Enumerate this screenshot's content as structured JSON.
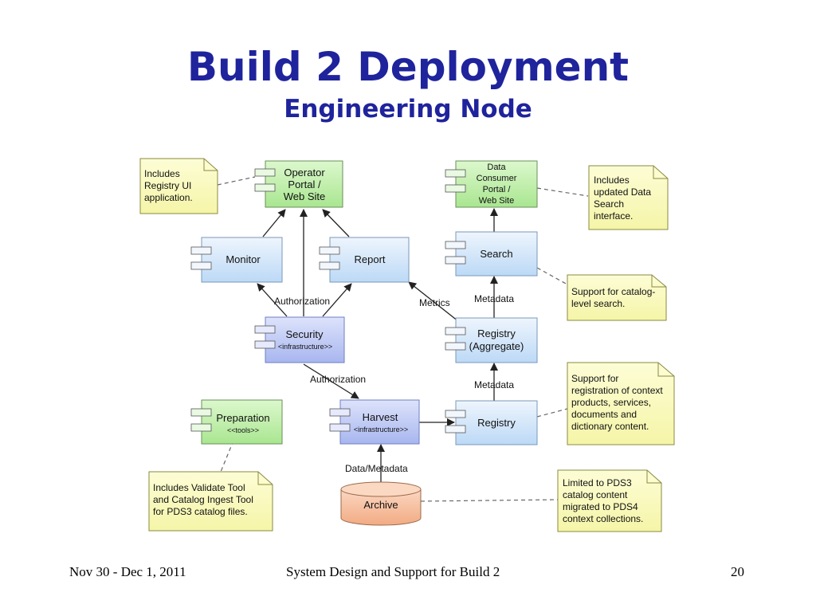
{
  "title": "Build 2 Deployment",
  "subtitle": "Engineering Node",
  "nodes": {
    "operator": [
      "Operator",
      "Portal /",
      "Web Site"
    ],
    "data_consumer": [
      "Data",
      "Consumer",
      "Portal /",
      "Web Site"
    ],
    "monitor": [
      "Monitor"
    ],
    "report": [
      "Report"
    ],
    "search": [
      "Search"
    ],
    "security": [
      "Security"
    ],
    "security_stereo": "<infrastructure>>",
    "registry_aggregate": [
      "Registry",
      "(Aggregate)"
    ],
    "preparation": [
      "Preparation"
    ],
    "preparation_stereo": "<<tools>>",
    "harvest": [
      "Harvest"
    ],
    "harvest_stereo": "<infrastructure>>",
    "registry": [
      "Registry"
    ],
    "archive": [
      "Archive"
    ]
  },
  "notes": {
    "registry_ui": [
      "Includes",
      "Registry UI",
      "application."
    ],
    "data_search": [
      "Includes",
      "updated Data",
      "Search",
      "interface."
    ],
    "catalog_search": [
      "Support for catalog-",
      "level search."
    ],
    "registration": [
      "Support for",
      "registration of context",
      "products, services,",
      "documents and",
      "dictionary content."
    ],
    "validate_tool": [
      "Includes Validate Tool",
      "and Catalog Ingest Tool",
      "for PDS3 catalog files."
    ],
    "pds3": [
      "Limited to PDS3",
      "catalog content",
      "migrated to PDS4",
      "context collections."
    ]
  },
  "edge_labels": {
    "authorization_top": "Authorization",
    "authorization_mid": "Authorization",
    "metrics": "Metrics",
    "metadata_top": "Metadata",
    "metadata_bottom": "Metadata",
    "data_metadata": "Data/Metadata"
  },
  "footer": {
    "date": "Nov 30 - Dec 1, 2011",
    "center": "System Design and Support for Build 2",
    "page": "20"
  },
  "colors": {
    "title": "#1f239c",
    "green_node": "#c9f2b6",
    "blue_node": "#d6e8fb",
    "purple_node": "#c3cdf6",
    "archive": "#f8c5a5",
    "note": "#fbfbc2"
  }
}
